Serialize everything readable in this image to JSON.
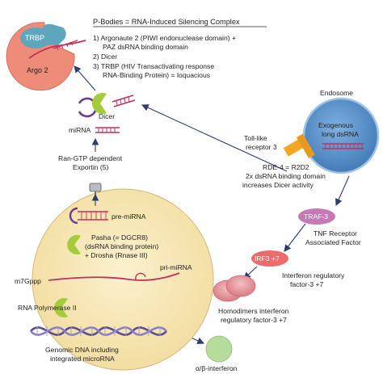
{
  "pbodies": {
    "title": "P-Bodies = RNA-Induced Silencing Complex",
    "items": [
      "1) Argonaute 2 (PIWI endonuclease domain) +",
      "PAZ dsRNA binding domain",
      "2) Dicer",
      "3) TRBP (HIV Transactivating response",
      "RNA-Binding Protein) = loquacious"
    ],
    "trbp_label": "TRBP",
    "argo_label": "Argo 2"
  },
  "cytoplasm": {
    "dicer_label": "Dicer",
    "mirna_label": "miRNA",
    "exportin_label": [
      "Ran-GTP dependent",
      "Exportin (5)"
    ]
  },
  "endosome": {
    "title": "Endosome",
    "dsrna_label": [
      "Exogenous",
      "long dsRNA"
    ],
    "tlr_label": [
      "Toll-like",
      "receptor 3"
    ],
    "rde_label": [
      "RDE-4 = R2D2",
      "2x dsRNA binding domain",
      "increases Dicer activity"
    ]
  },
  "signaling": {
    "traf_label": "TRAF-3",
    "traf_desc": [
      "TNF Receptor",
      "Associated Factor"
    ],
    "irf_label": "IRF3 +7",
    "irf_desc": [
      "Interferon regulatory",
      "factor-3 +7"
    ],
    "homodimer_desc": [
      "Homodimers interferon",
      "regulatory factor-3 +7"
    ],
    "interferon_label": "α/β-interferon"
  },
  "nucleus": {
    "premirna_label": "pre-miRNA",
    "pasha_label": [
      "Pasha (= DGCR8)",
      "(dsRNA binding protein)",
      "+ Drosha (Rnase III)"
    ],
    "primirna_label": "pri-miRNA",
    "cap_label": "m7Gppp",
    "polymerase_label": "RNA Polymerase II",
    "genomic_label": [
      "Genomic DNA including",
      "integrated microRNA"
    ]
  },
  "colors": {
    "argo": "#ef8c79",
    "trbp": "#5ea6bd",
    "dicer": "#a4cc3c",
    "nucleus": "#f6e7b8",
    "endosome": "#5b90c9",
    "traf": "#c57ab6",
    "irf": "#ee6b6b",
    "homodimer": "#e8a3a8",
    "interferon": "#b6dc9c",
    "rna": "#c0325a",
    "hairpin": "#6a3b8f",
    "tlr": "#f5a623"
  }
}
